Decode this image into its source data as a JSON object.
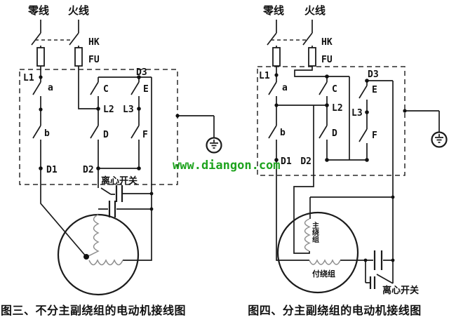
{
  "watermark": {
    "text": "www.diangon.com",
    "color": "#1ea31e"
  },
  "colors": {
    "wire": "#1b1b1b",
    "coil": "#8f8f8f"
  },
  "left": {
    "caption": "图三、不分主副绕组的电动机接线图",
    "labels": {
      "neutral": "零线",
      "live": "火线",
      "hk": "HK",
      "fu": "FU",
      "l1": "L1",
      "l2": "L2",
      "l3": "L3",
      "d1": "D1",
      "d2": "D2",
      "d3": "D3",
      "a": "a",
      "b": "b",
      "c": "C",
      "d": "D",
      "e": "E",
      "f": "F",
      "centrifugal": "离心开关"
    }
  },
  "right": {
    "caption": "图四、分主副绕组的电动机接线图",
    "labels": {
      "neutral": "零线",
      "live": "火线",
      "hk": "HK",
      "fu": "FU",
      "l1": "L1",
      "l2": "L2",
      "l3": "L3",
      "d1": "D1",
      "d2": "D2",
      "d3": "D3",
      "a": "a",
      "b": "b",
      "c": "C",
      "d": "D",
      "e": "E",
      "f": "F",
      "main_winding": "主绕组",
      "aux_winding": "付绕组",
      "centrifugal": "离心开关"
    }
  }
}
